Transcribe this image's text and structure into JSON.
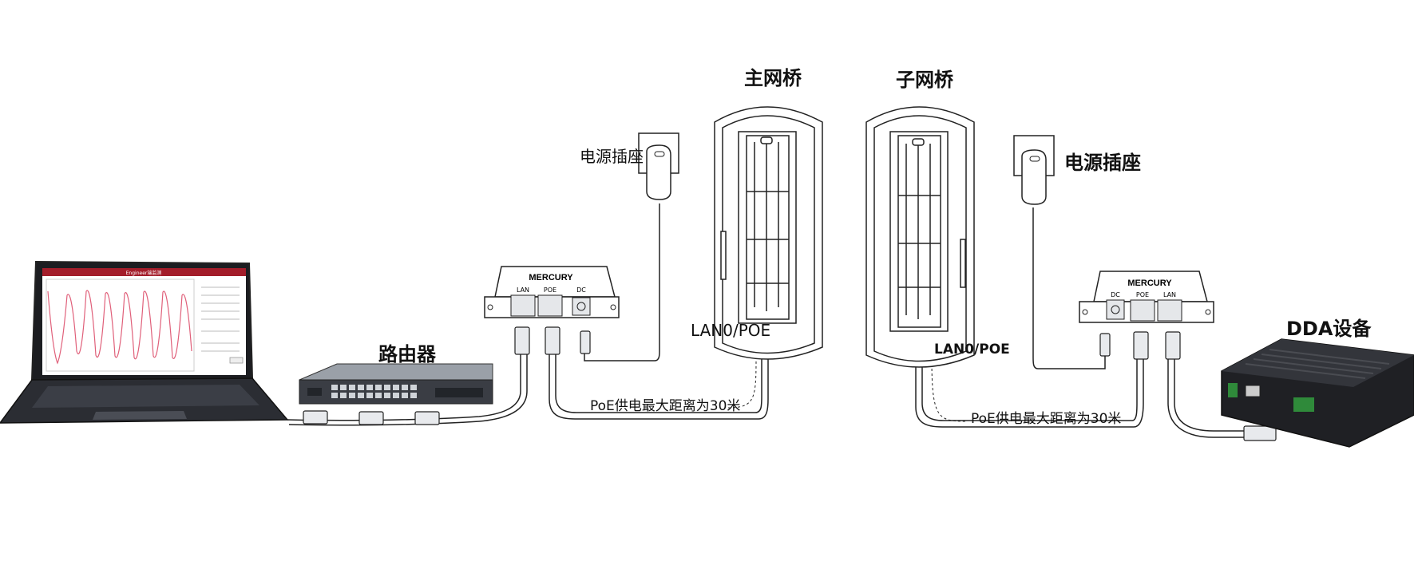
{
  "labels": {
    "main_bridge": "主网桥",
    "sub_bridge": "子网桥",
    "power_socket_left": "电源插座",
    "power_socket_right": "电源插座",
    "router": "路由器",
    "dda_device": "DDA设备",
    "lan0_poe_left": "LAN0/POE",
    "lan0_poe_right": "LAN0/POE",
    "poe_distance_left": "PoE供电最大距离为30米",
    "poe_distance_right": "PoE供电最大距离为30米"
  },
  "poe_injector_left": {
    "brand": "MERCURY",
    "ports": [
      "LAN",
      "POE",
      "DC"
    ]
  },
  "poe_injector_right": {
    "brand": "MERCURY",
    "ports": [
      "DC",
      "POE",
      "LAN"
    ]
  },
  "laptop": {
    "app_title": "Engineer端监测"
  },
  "colors": {
    "outline": "#222222",
    "laptop_body": "#2b2d33",
    "laptop_header": "#a31d2a",
    "chart_line": "#e0607a",
    "switch_body": "#3a3d44",
    "dda_body": "#1f2024",
    "terminal_green": "#2f8a3a",
    "cable_jacket": "#cfd3d8"
  }
}
